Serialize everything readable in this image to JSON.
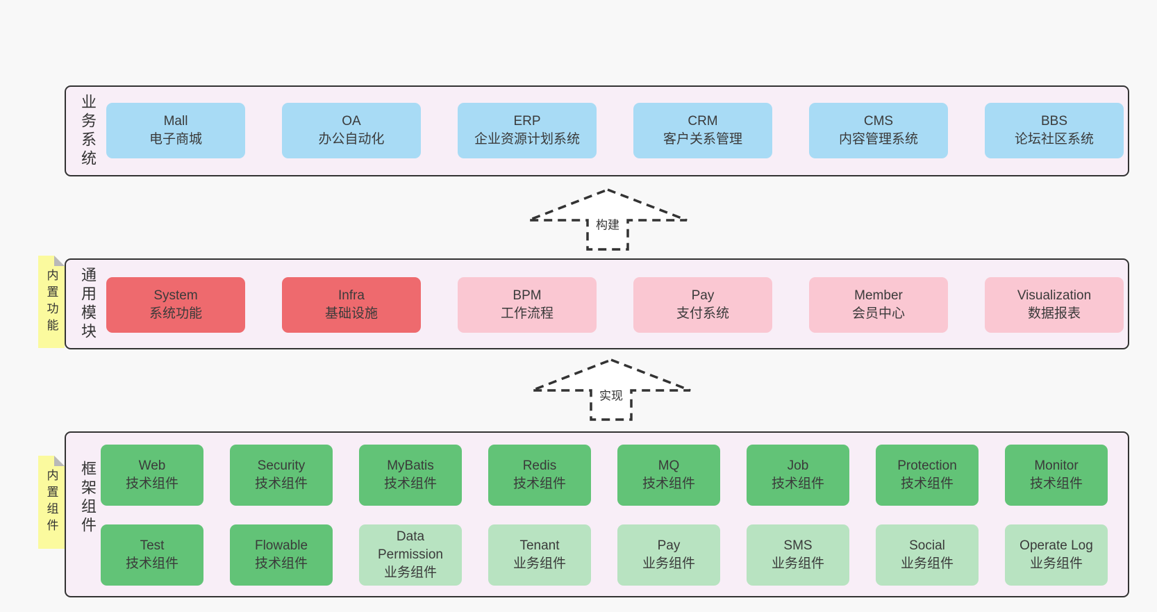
{
  "palette": {
    "page_bg": "#f8f8f8",
    "layer_bg": "#f8eef7",
    "layer_border": "#333333",
    "blue_box": "#a8dbf5",
    "red_box": "#ee6a6e",
    "pink_box": "#fac7d2",
    "green_box": "#62c377",
    "light_green_box": "#b8e3c1",
    "note_yellow": "#fbfa9e",
    "note_fold_gray": "#b9b9b9",
    "text": "#3a3a3a"
  },
  "layer1": {
    "label": "业务系统",
    "boxes": [
      {
        "name": "Mall",
        "subtitle": "电子商城"
      },
      {
        "name": "OA",
        "subtitle": "办公自动化"
      },
      {
        "name": "ERP",
        "subtitle": "企业资源计划系统"
      },
      {
        "name": "CRM",
        "subtitle": "客户关系管理"
      },
      {
        "name": "CMS",
        "subtitle": "内容管理系统"
      },
      {
        "name": "BBS",
        "subtitle": "论坛社区系统"
      }
    ]
  },
  "arrow1": {
    "label": "构建"
  },
  "layer2": {
    "label": "通用模块",
    "note": "内置功能",
    "boxes": [
      {
        "name": "System",
        "subtitle": "系统功能"
      },
      {
        "name": "Infra",
        "subtitle": "基础设施"
      },
      {
        "name": "BPM",
        "subtitle": "工作流程"
      },
      {
        "name": "Pay",
        "subtitle": "支付系统"
      },
      {
        "name": "Member",
        "subtitle": "会员中心"
      },
      {
        "name": "Visualization",
        "subtitle": "数据报表"
      }
    ]
  },
  "arrow2": {
    "label": "实现"
  },
  "layer3": {
    "label": "框架组件",
    "note": "内置组件",
    "row1": [
      {
        "name": "Web",
        "subtitle": "技术组件"
      },
      {
        "name": "Security",
        "subtitle": "技术组件"
      },
      {
        "name": "MyBatis",
        "subtitle": "技术组件"
      },
      {
        "name": "Redis",
        "subtitle": "技术组件"
      },
      {
        "name": "MQ",
        "subtitle": "技术组件"
      },
      {
        "name": "Job",
        "subtitle": "技术组件"
      },
      {
        "name": "Protection",
        "subtitle": "技术组件"
      },
      {
        "name": "Monitor",
        "subtitle": "技术组件"
      }
    ],
    "row2": [
      {
        "name": "Test",
        "subtitle": "技术组件"
      },
      {
        "name": "Flowable",
        "subtitle": "技术组件"
      },
      {
        "name": "Data Permission",
        "subtitle": "业务组件"
      },
      {
        "name": "Tenant",
        "subtitle": "业务组件"
      },
      {
        "name": "Pay",
        "subtitle": "业务组件"
      },
      {
        "name": "SMS",
        "subtitle": "业务组件"
      },
      {
        "name": "Social",
        "subtitle": "业务组件"
      },
      {
        "name": "Operate Log",
        "subtitle": "业务组件"
      }
    ]
  }
}
